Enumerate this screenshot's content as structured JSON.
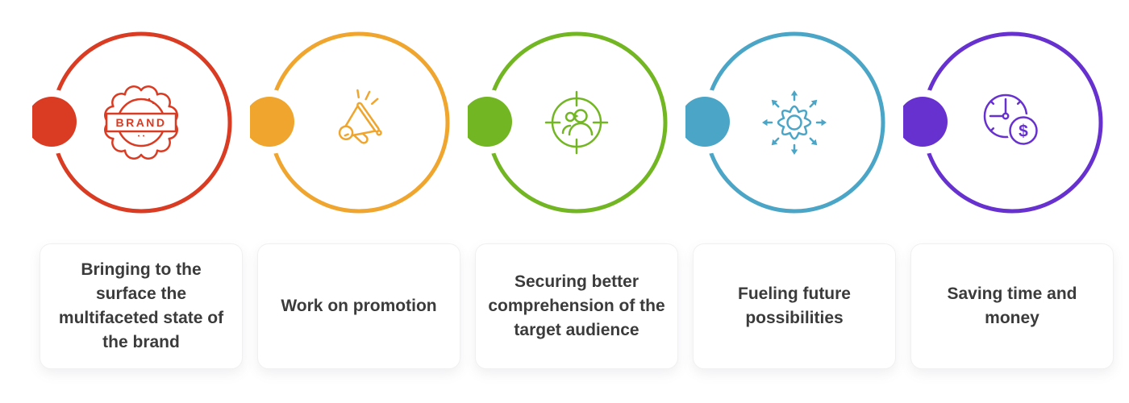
{
  "steps": [
    {
      "label": "Bringing to the surface the multifaceted state of the brand",
      "color": "#d93b23",
      "icon": "brand-badge-icon"
    },
    {
      "label": "Work on promotion",
      "color": "#efa52e",
      "icon": "megaphone-icon"
    },
    {
      "label": "Securing better comprehension of the target audience",
      "color": "#73b623",
      "icon": "target-audience-icon"
    },
    {
      "label": "Fueling future possibilities",
      "color": "#4ba5c6",
      "icon": "gear-arrows-icon"
    },
    {
      "label": "Saving time and money",
      "color": "#6731d0",
      "icon": "clock-dollar-icon"
    }
  ],
  "badge_text": "BRAND",
  "currency_symbol": "$"
}
